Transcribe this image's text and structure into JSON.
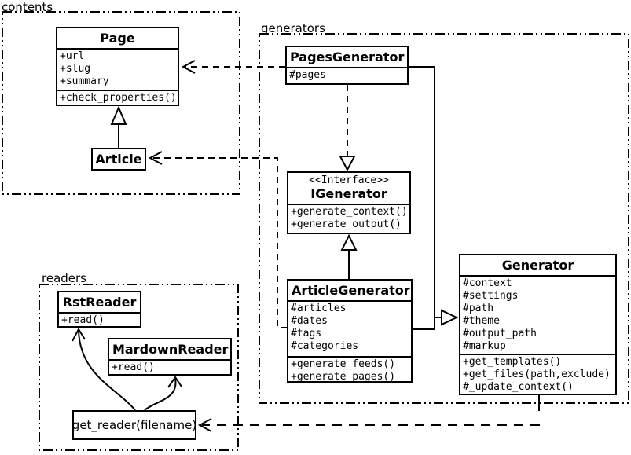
{
  "packages": {
    "contents": {
      "label": "contents"
    },
    "generators": {
      "label": "generators"
    },
    "readers": {
      "label": "readers"
    }
  },
  "classes": {
    "page": {
      "title": "Page",
      "attributes": [
        "+url",
        "+slug",
        "+summary"
      ],
      "methods": [
        "+check_properties()"
      ]
    },
    "article": {
      "title": "Article"
    },
    "pages_generator": {
      "title": "PagesGenerator",
      "attributes": [
        "#pages"
      ]
    },
    "igenerator": {
      "stereotype": "<<Interface>>",
      "title": "IGenerator",
      "methods": [
        "+generate_context()",
        "+generate_output()"
      ]
    },
    "article_generator": {
      "title": "ArticleGenerator",
      "attributes": [
        "#articles",
        "#dates",
        "#tags",
        "#categories"
      ],
      "methods": [
        "+generate_feeds()",
        "+generate_pages()"
      ]
    },
    "generator": {
      "title": "Generator",
      "attributes": [
        "#context",
        "#settings",
        "#path",
        "#theme",
        "#output_path",
        "#markup"
      ],
      "methods": [
        "+get_templates()",
        "+get_files(path,exclude)",
        "#_update_context()"
      ]
    },
    "rst_reader": {
      "title": "RstReader",
      "methods": [
        "+read()"
      ]
    },
    "mardown_reader": {
      "title": "MardownReader",
      "methods": [
        "+read()"
      ]
    },
    "get_reader": {
      "label": "get_reader(filename)"
    }
  },
  "relationships": [
    {
      "from": "PagesGenerator",
      "to": "Page",
      "type": "dashed-dependency"
    },
    {
      "from": "ArticleGenerator",
      "to": "Article",
      "type": "dashed-dependency"
    },
    {
      "from": "PagesGenerator",
      "to": "IGenerator",
      "type": "dashed-realization"
    },
    {
      "from": "ArticleGenerator",
      "to": "IGenerator",
      "type": "generalization"
    },
    {
      "from": "PagesGenerator",
      "to": "Generator",
      "type": "generalization"
    },
    {
      "from": "ArticleGenerator",
      "to": "Generator",
      "type": "generalization"
    },
    {
      "from": "Article",
      "to": "Page",
      "type": "generalization"
    },
    {
      "from": "Generator",
      "to": "get_reader(filename)",
      "type": "dashed-dependency"
    },
    {
      "from": "get_reader(filename)",
      "to": "RstReader",
      "type": "arrow"
    },
    {
      "from": "get_reader(filename)",
      "to": "MardownReader",
      "type": "arrow"
    }
  ],
  "colors": {
    "line": "#000000",
    "background": "#ffffff",
    "box_fill": "#ffffff"
  }
}
